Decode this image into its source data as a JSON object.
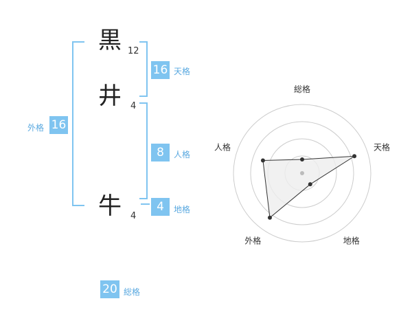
{
  "name": {
    "chars": [
      {
        "char": "黒",
        "strokes": "12"
      },
      {
        "char": "井",
        "strokes": "4"
      },
      {
        "char": "牛",
        "strokes": "4"
      }
    ]
  },
  "scores": {
    "tenkaku": {
      "value": "16",
      "label": "天格"
    },
    "jinkaku": {
      "value": "8",
      "label": "人格"
    },
    "chikaku": {
      "value": "4",
      "label": "地格"
    },
    "gaikaku": {
      "value": "16",
      "label": "外格"
    },
    "soukaku": {
      "value": "20",
      "label": "総格"
    }
  },
  "chart_data": {
    "type": "radar",
    "axes": [
      "総格",
      "天格",
      "地格",
      "外格",
      "人格"
    ],
    "values": [
      0.2,
      0.8,
      0.2,
      0.8,
      0.6
    ],
    "range": [
      0,
      1
    ],
    "rings": 4,
    "colors": {
      "fill": "#eeeeee",
      "stroke": "#333333",
      "grid": "#cccccc",
      "point": "#333333",
      "center": "#bbbbbb"
    }
  },
  "colors": {
    "accent": "#7fc4f0"
  }
}
